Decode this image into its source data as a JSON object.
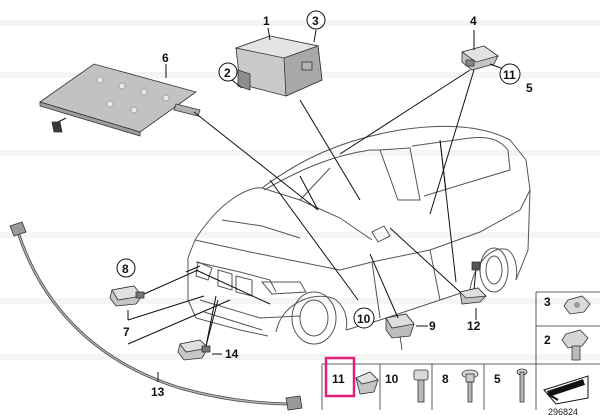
{
  "diagram": {
    "reference_number": "296824",
    "highlight_color": "#e0207a",
    "part_labels": {
      "p1": "1",
      "p2": "2",
      "p3": "3",
      "p4": "4",
      "p5": "5",
      "p6": "6",
      "p7": "7",
      "p8": "8",
      "p9": "9",
      "p10": "10",
      "p11": "11",
      "p12": "12",
      "p13": "13",
      "p14": "14"
    },
    "bottom_row_labels": {
      "b11": "11",
      "b10": "10",
      "b8": "8",
      "b5": "5"
    },
    "side_column_labels": {
      "s3": "3",
      "s2": "2"
    }
  }
}
